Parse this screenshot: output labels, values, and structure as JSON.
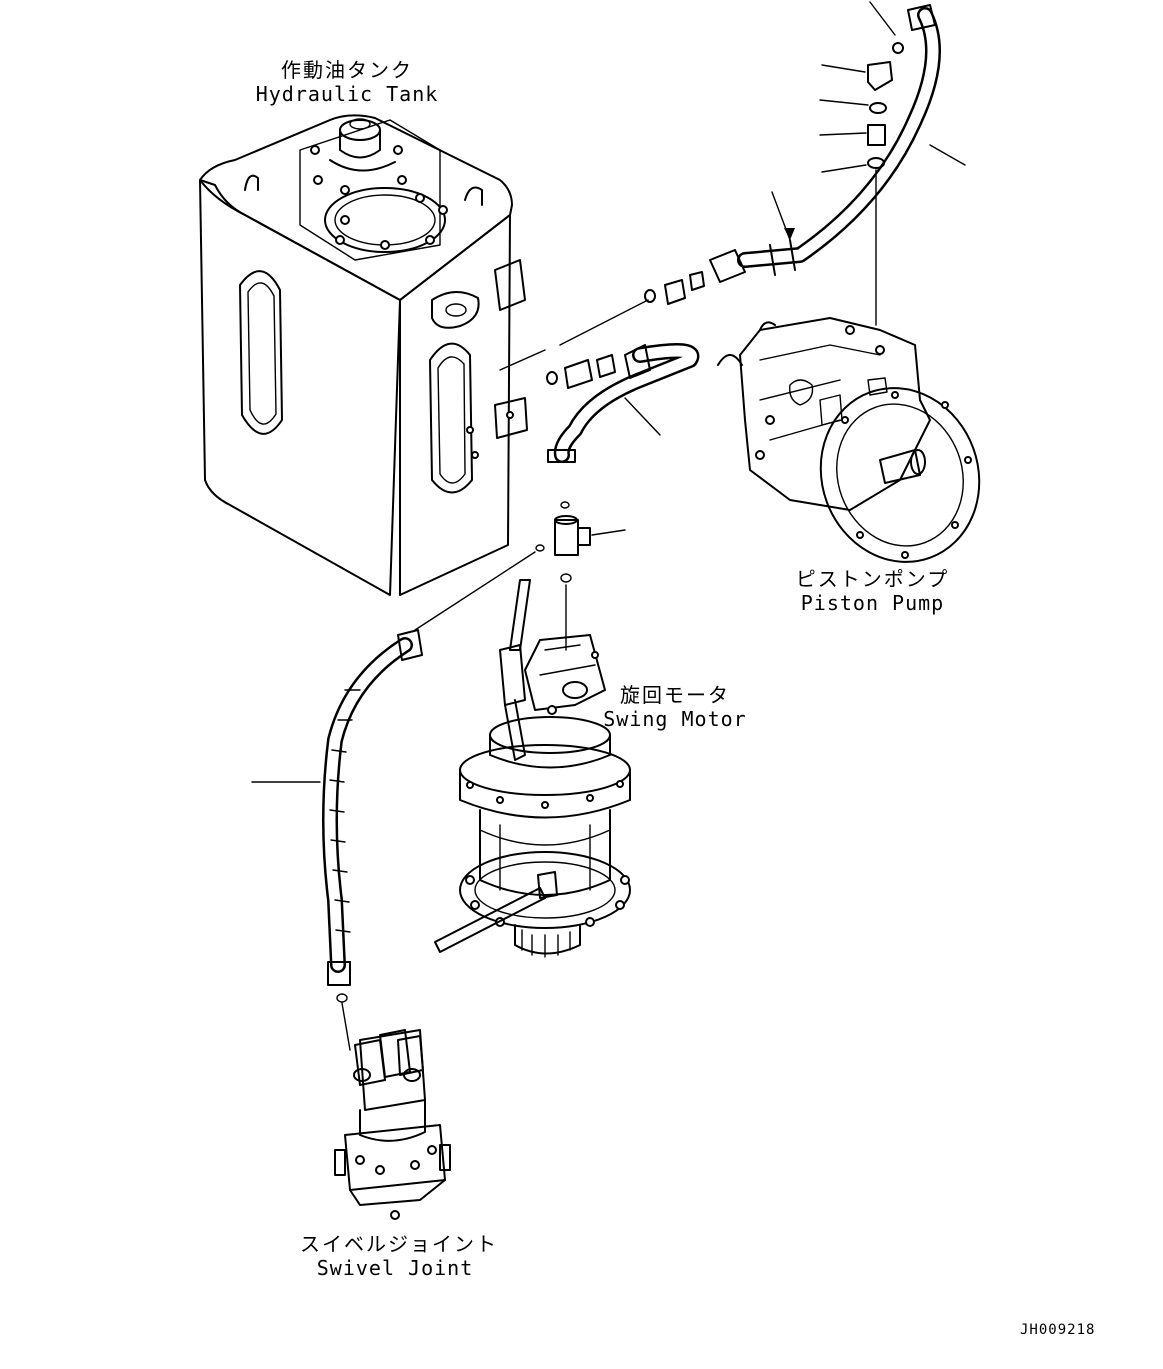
{
  "labels": {
    "hydraulic_tank": {
      "jp": "作動油タンク",
      "en": "Hydraulic Tank"
    },
    "piston_pump": {
      "jp": "ピストンポンプ",
      "en": "Piston Pump"
    },
    "swing_motor": {
      "jp": "旋回モータ",
      "en": "Swing Motor"
    },
    "swivel_joint": {
      "jp": "スイベルジョイント",
      "en": "Swivel Joint"
    }
  },
  "document_id": "JH009218"
}
